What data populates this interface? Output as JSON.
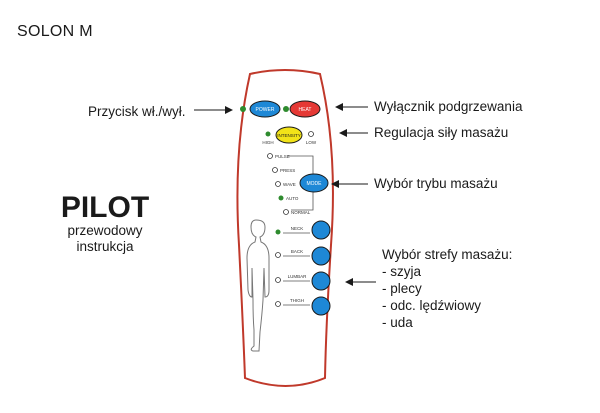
{
  "model": "SOLON M",
  "pilot": {
    "title": "PILOT",
    "subtitle_line1": "przewodowy",
    "subtitle_line2": "instrukcja"
  },
  "annotations": {
    "power": "Przycisk wł./wył.",
    "heat": "Wyłącznik podgrzewania",
    "intensity": "Regulacja siły masażu",
    "mode": "Wybór trybu masażu"
  },
  "zone_selection": {
    "title": "Wybór strefy masażu:",
    "items": [
      "- szyja",
      "- plecy",
      "- odc. lędźwiowy",
      "- uda"
    ]
  },
  "remote": {
    "power_label": "POWER",
    "heat_label": "HEAT",
    "intensity_label": "INTENSITY",
    "intensity_high": "HIGH",
    "intensity_low": "LOW",
    "mode_label": "MODE",
    "modes": [
      "PULSE",
      "PRESS",
      "WAVE",
      "AUTO",
      "NORMAL"
    ],
    "zones": [
      "NECK",
      "BACK",
      "LUMBAR",
      "THIGH"
    ]
  },
  "colors": {
    "remote_outline": "#c0392b",
    "power_button": "#1e88d6",
    "heat_button": "#e53935",
    "intensity_button": "#f2e318",
    "mode_button": "#1e88d6",
    "zone_button": "#1e88d6",
    "indicator_on": "#2e8b2e"
  }
}
